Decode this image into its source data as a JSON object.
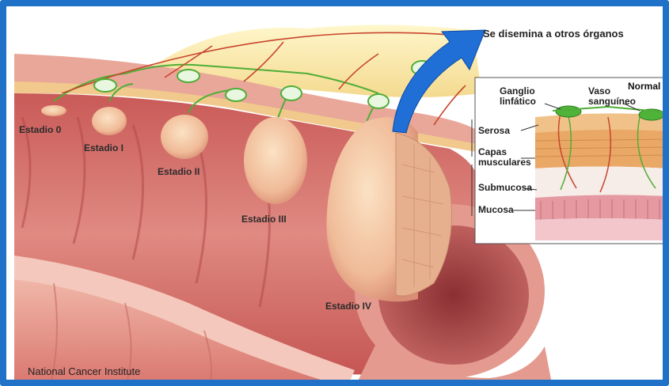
{
  "stages": {
    "stage0": "Estadio 0",
    "stage1": "Estadio I",
    "stage2": "Estadio II",
    "stage3": "Estadio III",
    "stage4": "Estadio IV"
  },
  "spread_label": "Se disemina a otros órganos",
  "credit": "National Cancer Institute",
  "inset": {
    "title": "Normal",
    "lymph_node": "Ganglio\nlinfático",
    "blood_vessel": "Vaso\nsanguíneo",
    "serosa": "Serosa",
    "muscle_layers": "Capas\nmusculares",
    "submucosa": "Submucosa",
    "mucosa": "Mucosa"
  },
  "colors": {
    "frame": "#1f72c8",
    "tissue": "#e89a94",
    "tumor": "#f2c2a0",
    "lymph": "#59b33a",
    "vessel": "#c83a2a",
    "arrow": "#1f6fd6"
  }
}
